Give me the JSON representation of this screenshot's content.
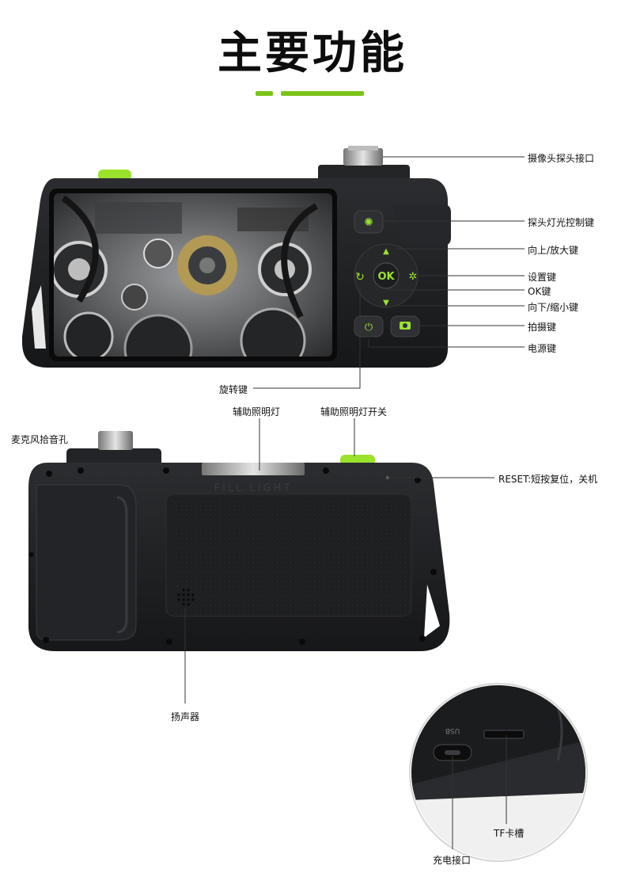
{
  "title": "主要功能",
  "front_labels": {
    "camera_port": "摄像头探头接口",
    "light_control": "探头灯光控制键",
    "up_zoom_in": "向上/放大键",
    "settings": "设置键",
    "ok": "OK键",
    "down_zoom_out": "向下/缩小键",
    "capture": "拍摄键",
    "power": "电源键",
    "rotate": "旋转键"
  },
  "back_labels": {
    "aux_light": "辅助照明灯",
    "aux_light_switch": "辅助照明灯开关",
    "microphone": "麦克风拾音孔",
    "reset": "RESET:短按复位，关机",
    "speaker": "扬声器"
  },
  "detail_labels": {
    "tf_slot": "TF卡槽",
    "charging_port": "充电接口"
  },
  "device_markings": {
    "ok_button": "OK",
    "fill_light": "FILL LIGHT",
    "usb": "USB"
  },
  "colors": {
    "accent_green": "#7bc418",
    "button_green": "#9be22d",
    "device_body": "#1c1d1f"
  }
}
